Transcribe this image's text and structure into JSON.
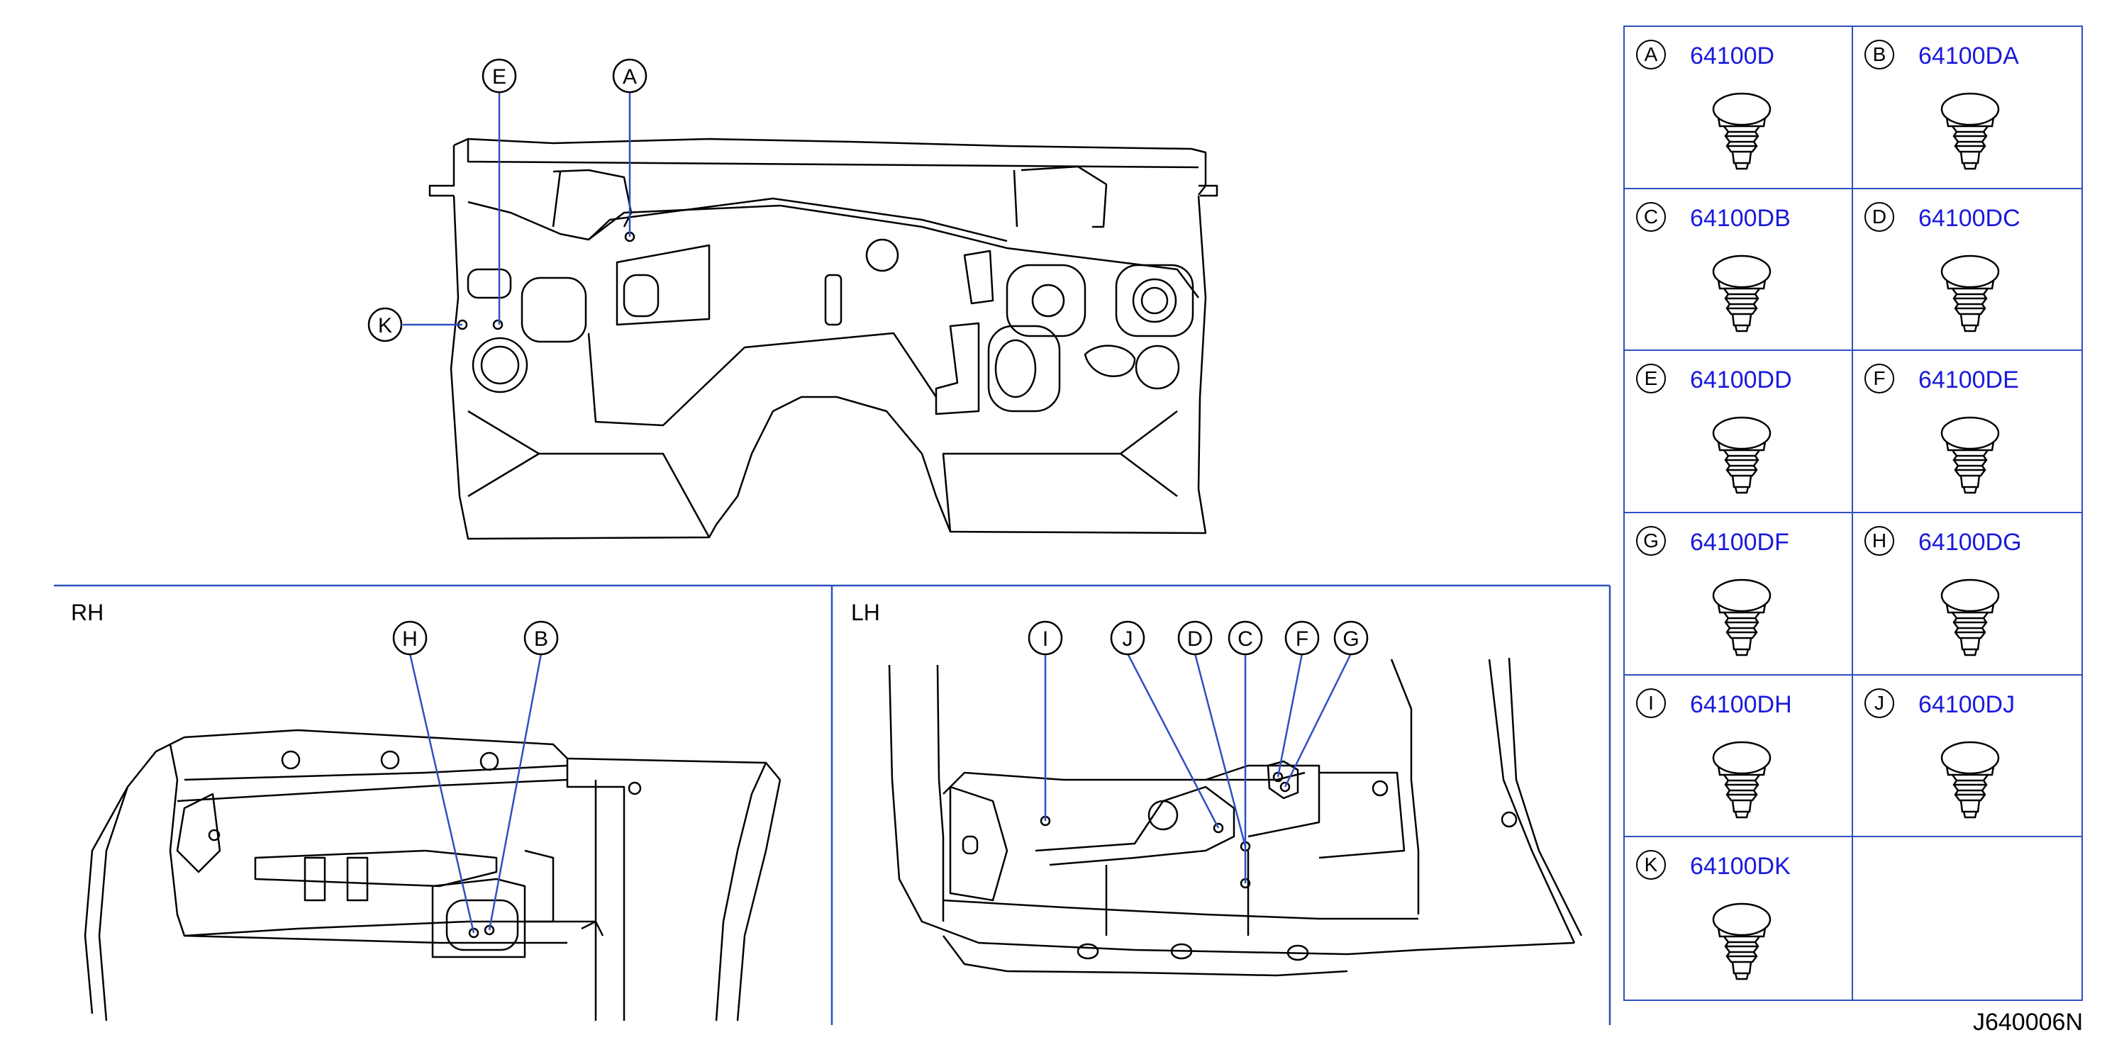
{
  "callouts": {
    "main": [
      "E",
      "A",
      "K"
    ],
    "rh": [
      "H",
      "B"
    ],
    "lh": [
      "I",
      "J",
      "D",
      "C",
      "F",
      "G"
    ]
  },
  "sections": {
    "rh": "RH",
    "lh": "LH"
  },
  "parts": [
    {
      "letter": "A",
      "part_no": "64100D"
    },
    {
      "letter": "B",
      "part_no": "64100DA"
    },
    {
      "letter": "C",
      "part_no": "64100DB"
    },
    {
      "letter": "D",
      "part_no": "64100DC"
    },
    {
      "letter": "E",
      "part_no": "64100DD"
    },
    {
      "letter": "F",
      "part_no": "64100DE"
    },
    {
      "letter": "G",
      "part_no": "64100DF"
    },
    {
      "letter": "H",
      "part_no": "64100DG"
    },
    {
      "letter": "I",
      "part_no": "64100DH"
    },
    {
      "letter": "J",
      "part_no": "64100DJ"
    },
    {
      "letter": "K",
      "part_no": "64100DK"
    }
  ],
  "reference": "J640006N",
  "colors": {
    "frame": "#2f4fc1",
    "part_no": "#1a1adb",
    "line": "#000000"
  }
}
